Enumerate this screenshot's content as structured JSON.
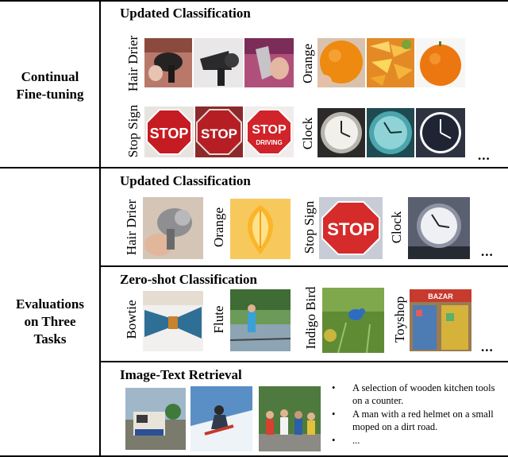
{
  "sections": {
    "continual": {
      "label_line1": "Continual",
      "label_line2": "Fine-tuning"
    },
    "evaluations": {
      "label_line1": "Evaluations",
      "label_line2": "on Three",
      "label_line3": "Tasks"
    }
  },
  "finetune_panel": {
    "title": "Updated Classification",
    "classes": [
      "Hair Drier",
      "Orange",
      "Stop Sign",
      "Clock"
    ],
    "more": "..."
  },
  "updated_panel": {
    "title": "Updated Classification",
    "classes": [
      "Hair Drier",
      "Orange",
      "Stop Sign",
      "Clock"
    ],
    "more": "..."
  },
  "zeroshot_panel": {
    "title": "Zero-shot Classification",
    "classes": [
      "Bowtie",
      "Flute",
      "Indigo Bird",
      "Toyshop"
    ],
    "more": "..."
  },
  "retrieval_panel": {
    "title": "Image-Text Retrieval",
    "captions": [
      "A selection of wooden kitchen tools on a counter.",
      "A man with a red helmet on a small moped on a dirt road.",
      "..."
    ]
  },
  "image_text": {
    "stop": "STOP",
    "driving": "DRIVING",
    "toyshop_sign": "BAZAR"
  }
}
